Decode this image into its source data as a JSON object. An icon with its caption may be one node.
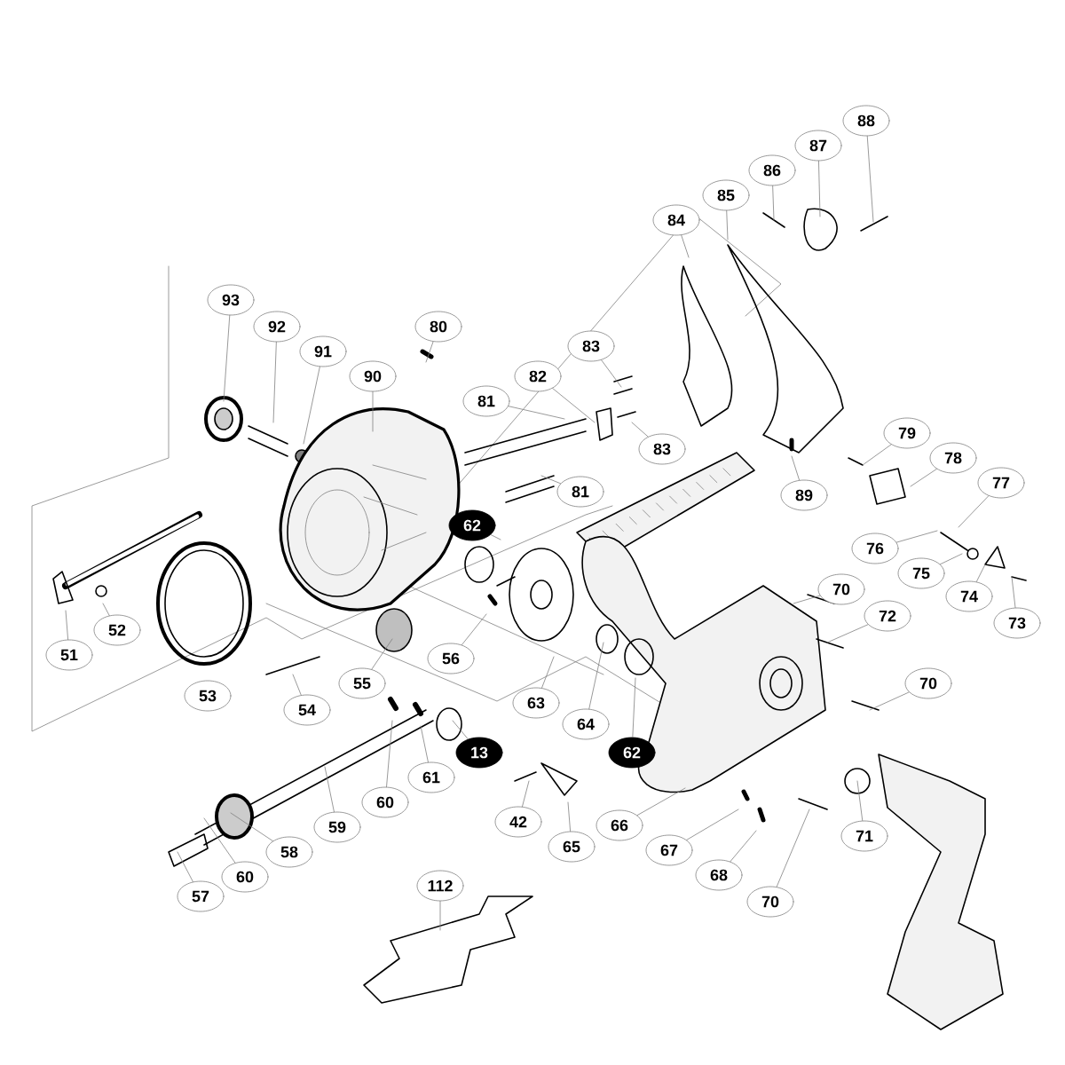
{
  "diagram": {
    "nodes": [
      {
        "text": [
          "88"
        ]
      },
      {
        "text": [
          "87"
        ]
      },
      {
        "text": [
          "86"
        ]
      },
      {
        "text": [
          "85"
        ]
      },
      {
        "text": [
          "84"
        ]
      },
      {
        "text": [
          "93"
        ]
      },
      {
        "text": [
          "92"
        ]
      },
      {
        "text": [
          "80"
        ]
      },
      {
        "text": [
          "91"
        ]
      },
      {
        "text": [
          "83"
        ]
      },
      {
        "text": [
          "90"
        ]
      },
      {
        "text": [
          "82"
        ]
      },
      {
        "text": [
          "81"
        ]
      },
      {
        "text": [
          "79"
        ]
      },
      {
        "text": [
          "83"
        ]
      },
      {
        "text": [
          "78"
        ]
      },
      {
        "text": [
          "77"
        ]
      },
      {
        "text": [
          "81"
        ]
      },
      {
        "text": [
          "89"
        ]
      },
      {
        "text": [
          "62"
        ]
      },
      {
        "text": [
          "76"
        ]
      },
      {
        "text": [
          "75"
        ]
      },
      {
        "text": [
          "70"
        ]
      },
      {
        "text": [
          "74"
        ]
      },
      {
        "text": [
          "72"
        ]
      },
      {
        "text": [
          "73"
        ]
      },
      {
        "text": [
          "52"
        ]
      },
      {
        "text": [
          "51"
        ]
      },
      {
        "text": [
          "56"
        ]
      },
      {
        "text": [
          "55"
        ]
      },
      {
        "text": [
          "70"
        ]
      },
      {
        "text": [
          "53"
        ]
      },
      {
        "text": [
          "63"
        ]
      },
      {
        "text": [
          "54"
        ]
      },
      {
        "text": [
          "64"
        ]
      },
      {
        "text": [
          "13"
        ]
      },
      {
        "text": [
          "62"
        ]
      },
      {
        "text": [
          "61"
        ]
      },
      {
        "text": [
          "60"
        ]
      },
      {
        "text": [
          "42"
        ]
      },
      {
        "text": [
          "66"
        ]
      },
      {
        "text": [
          "59"
        ]
      },
      {
        "text": [
          "71"
        ]
      },
      {
        "text": [
          "65"
        ]
      },
      {
        "text": [
          "58"
        ]
      },
      {
        "text": [
          "67"
        ]
      },
      {
        "text": [
          "68"
        ]
      },
      {
        "text": [
          "60"
        ]
      },
      {
        "text": [
          "112"
        ]
      },
      {
        "text": [
          "57"
        ]
      },
      {
        "text": [
          "70"
        ]
      }
    ],
    "edges": [
      {
        "from": 0,
        "to": null,
        "arrow": "none"
      },
      {
        "from": 1,
        "to": null,
        "arrow": "none"
      },
      {
        "from": 2,
        "to": null,
        "arrow": "none"
      },
      {
        "from": 3,
        "to": null,
        "arrow": "none"
      },
      {
        "from": 4,
        "to": null,
        "arrow": "none"
      },
      {
        "from": 5,
        "to": null,
        "arrow": "none"
      },
      {
        "from": 6,
        "to": null,
        "arrow": "none"
      },
      {
        "from": 7,
        "to": null,
        "arrow": "none"
      },
      {
        "from": 8,
        "to": null,
        "arrow": "none"
      },
      {
        "from": 9,
        "to": null,
        "arrow": "none"
      },
      {
        "from": 10,
        "to": null,
        "arrow": "none"
      },
      {
        "from": 11,
        "to": null,
        "arrow": "none"
      },
      {
        "from": 12,
        "to": null,
        "arrow": "none"
      },
      {
        "from": 13,
        "to": null,
        "arrow": "none"
      },
      {
        "from": 14,
        "to": null,
        "arrow": "none"
      },
      {
        "from": 15,
        "to": null,
        "arrow": "none"
      },
      {
        "from": 16,
        "to": null,
        "arrow": "none"
      },
      {
        "from": 17,
        "to": null,
        "arrow": "none"
      },
      {
        "from": 18,
        "to": null,
        "arrow": "none"
      },
      {
        "from": 19,
        "to": null,
        "arrow": "none"
      },
      {
        "from": 20,
        "to": null,
        "arrow": "none"
      },
      {
        "from": 21,
        "to": null,
        "arrow": "none"
      },
      {
        "from": 22,
        "to": null,
        "arrow": "none"
      },
      {
        "from": 23,
        "to": null,
        "arrow": "none"
      },
      {
        "from": 24,
        "to": null,
        "arrow": "none"
      },
      {
        "from": 25,
        "to": null,
        "arrow": "none"
      },
      {
        "from": 26,
        "to": null,
        "arrow": "none"
      },
      {
        "from": 27,
        "to": null,
        "arrow": "none"
      },
      {
        "from": 28,
        "to": null,
        "arrow": "none"
      },
      {
        "from": 29,
        "to": null,
        "arrow": "none"
      },
      {
        "from": 30,
        "to": null,
        "arrow": "none"
      },
      {
        "from": 32,
        "to": null,
        "arrow": "none"
      },
      {
        "from": 33,
        "to": null,
        "arrow": "none"
      },
      {
        "from": 34,
        "to": null,
        "arrow": "none"
      },
      {
        "from": 35,
        "to": null,
        "arrow": "none"
      },
      {
        "from": 36,
        "to": null,
        "arrow": "none"
      },
      {
        "from": 37,
        "to": null,
        "arrow": "none"
      },
      {
        "from": 38,
        "to": null,
        "arrow": "none"
      },
      {
        "from": 39,
        "to": null,
        "arrow": "none"
      },
      {
        "from": 40,
        "to": null,
        "arrow": "none"
      },
      {
        "from": 41,
        "to": null,
        "arrow": "none"
      },
      {
        "from": 42,
        "to": null,
        "arrow": "none"
      },
      {
        "from": 43,
        "to": null,
        "arrow": "none"
      },
      {
        "from": 44,
        "to": null,
        "arrow": "none"
      },
      {
        "from": 45,
        "to": null,
        "arrow": "none"
      },
      {
        "from": 46,
        "to": null,
        "arrow": "none"
      },
      {
        "from": 47,
        "to": null,
        "arrow": "none"
      },
      {
        "from": 48,
        "to": null,
        "arrow": "none"
      },
      {
        "from": 49,
        "to": null,
        "arrow": "none"
      },
      {
        "from": 50,
        "to": null,
        "arrow": "none"
      }
    ]
  }
}
